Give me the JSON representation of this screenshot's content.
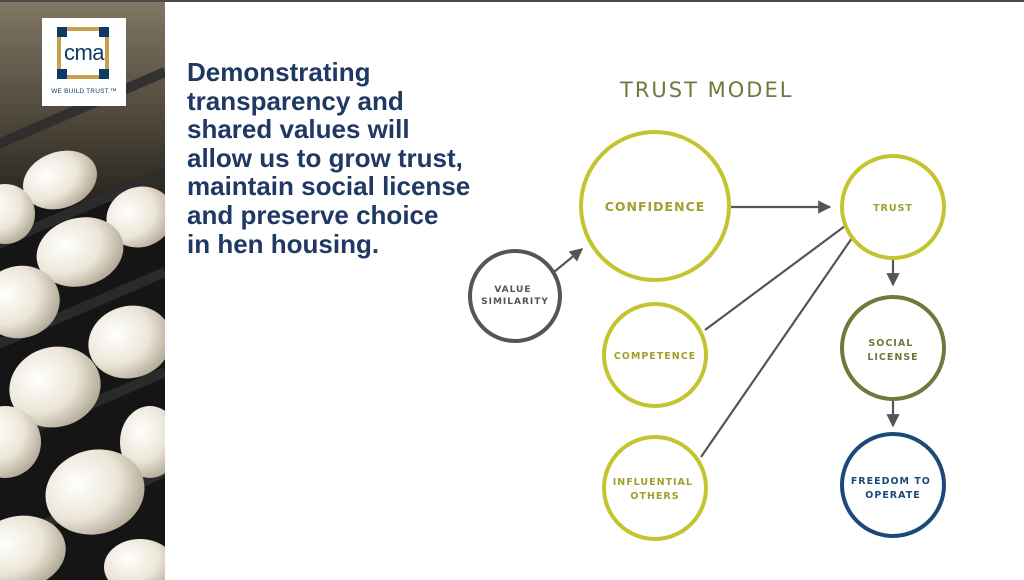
{
  "logo": {
    "text": "cma",
    "tagline": "WE BUILD TRUST.™",
    "colors": {
      "navy": "#0e3a66",
      "gold": "#c8a14e"
    }
  },
  "headline": {
    "lines": [
      "Demonstrating",
      "transparency and",
      "shared values will",
      "allow us to grow trust,",
      "maintain social license",
      "and preserve choice",
      "in hen housing."
    ],
    "color": "#1f3864"
  },
  "diagram": {
    "title": "TRUST MODEL",
    "colors": {
      "green": "#c4c42e",
      "olive": "#6e7a3a",
      "gray": "#555555",
      "navy": "#1c4a78"
    },
    "nodes": {
      "value_similarity": [
        "VALUE",
        "SIMILARITY"
      ],
      "confidence": [
        "CONFIDENCE"
      ],
      "competence": [
        "COMPETENCE"
      ],
      "influential_others": [
        "INFLUENTIAL",
        "OTHERS"
      ],
      "trust": [
        "TRUST"
      ],
      "social_license": [
        "SOCIAL",
        "LICENSE"
      ],
      "freedom_to_operate": [
        "FREEDOM TO",
        "OPERATE"
      ]
    }
  }
}
